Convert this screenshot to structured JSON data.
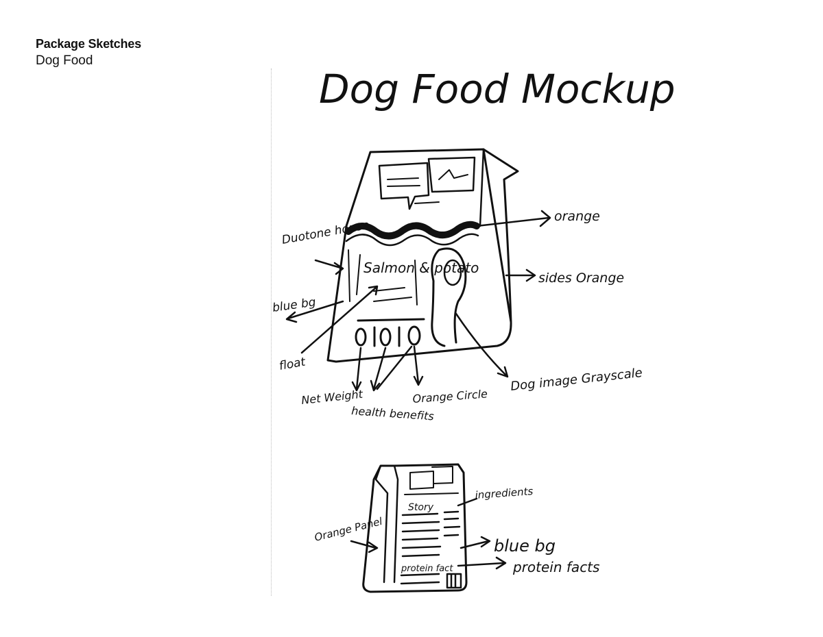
{
  "header": {
    "title": "Package Sketches",
    "subtitle": "Dog Food"
  },
  "sketch": {
    "heading": "Dog Food Mockup",
    "front_bag": {
      "labels": {
        "duotone_house": "Duotone house",
        "salmon_potato": "Salmon & potato",
        "blue_bg": "blue bg",
        "float": "float",
        "orange": "orange",
        "sides_orange": "sides Orange",
        "dog_image_grayscale": "Dog image Grayscale",
        "net_weight": "Net Weight",
        "health_benefits": "health benefits",
        "orange_circle": "Orange Circle"
      }
    },
    "back_bag": {
      "labels": {
        "story": "Story",
        "ingredients": "ingredients",
        "orange_panel": "Orange Panel",
        "blue_bg": "blue bg",
        "protein_fact": "protein fact",
        "protein_facts": "protein facts"
      }
    }
  },
  "colors": {
    "ink": "#111111",
    "background": "#ffffff"
  }
}
